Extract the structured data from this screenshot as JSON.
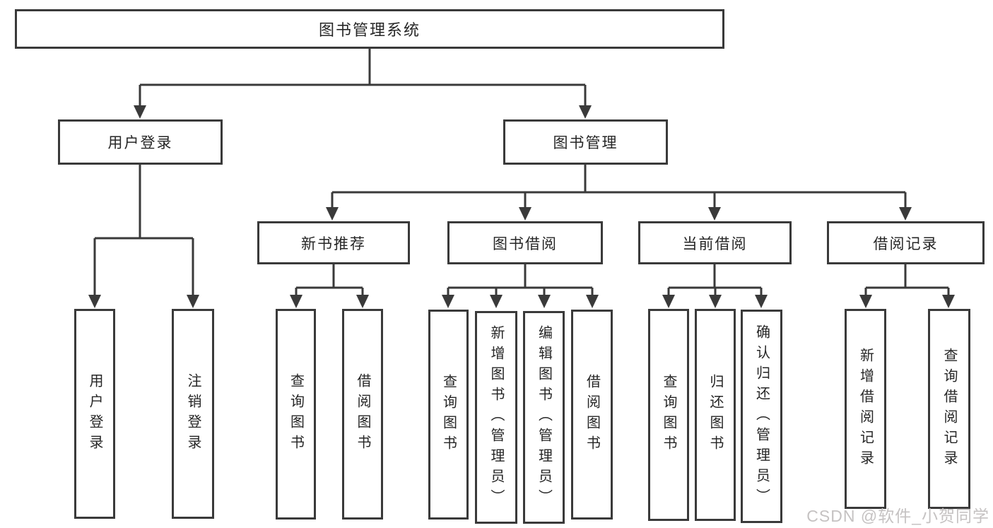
{
  "tree": {
    "root": {
      "label": "图书管理系统",
      "children": [
        {
          "label": "用户登录",
          "children": [
            {
              "label": "用户登录"
            },
            {
              "label": "注销登录"
            }
          ]
        },
        {
          "label": "图书管理",
          "children": [
            {
              "label": "新书推荐",
              "children": [
                {
                  "label": "查询图书"
                },
                {
                  "label": "借阅图书"
                }
              ]
            },
            {
              "label": "图书借阅",
              "children": [
                {
                  "label": "查询图书"
                },
                {
                  "label": "新增图书（管理员）"
                },
                {
                  "label": "编辑图书（管理员）"
                },
                {
                  "label": "借阅图书"
                }
              ]
            },
            {
              "label": "当前借阅",
              "children": [
                {
                  "label": "查询图书"
                },
                {
                  "label": "归还图书"
                },
                {
                  "label": "确认归还（管理员）"
                }
              ]
            },
            {
              "label": "借阅记录",
              "children": [
                {
                  "label": "新增借阅记录"
                },
                {
                  "label": "查询借阅记录"
                }
              ]
            }
          ]
        }
      ]
    }
  },
  "watermark": {
    "text": "CSDN @软件_小贺同学"
  },
  "colors": {
    "line": "#3a3a3a",
    "text": "#262626",
    "watermark": "#c5c2c2",
    "background": "#ffffff"
  }
}
